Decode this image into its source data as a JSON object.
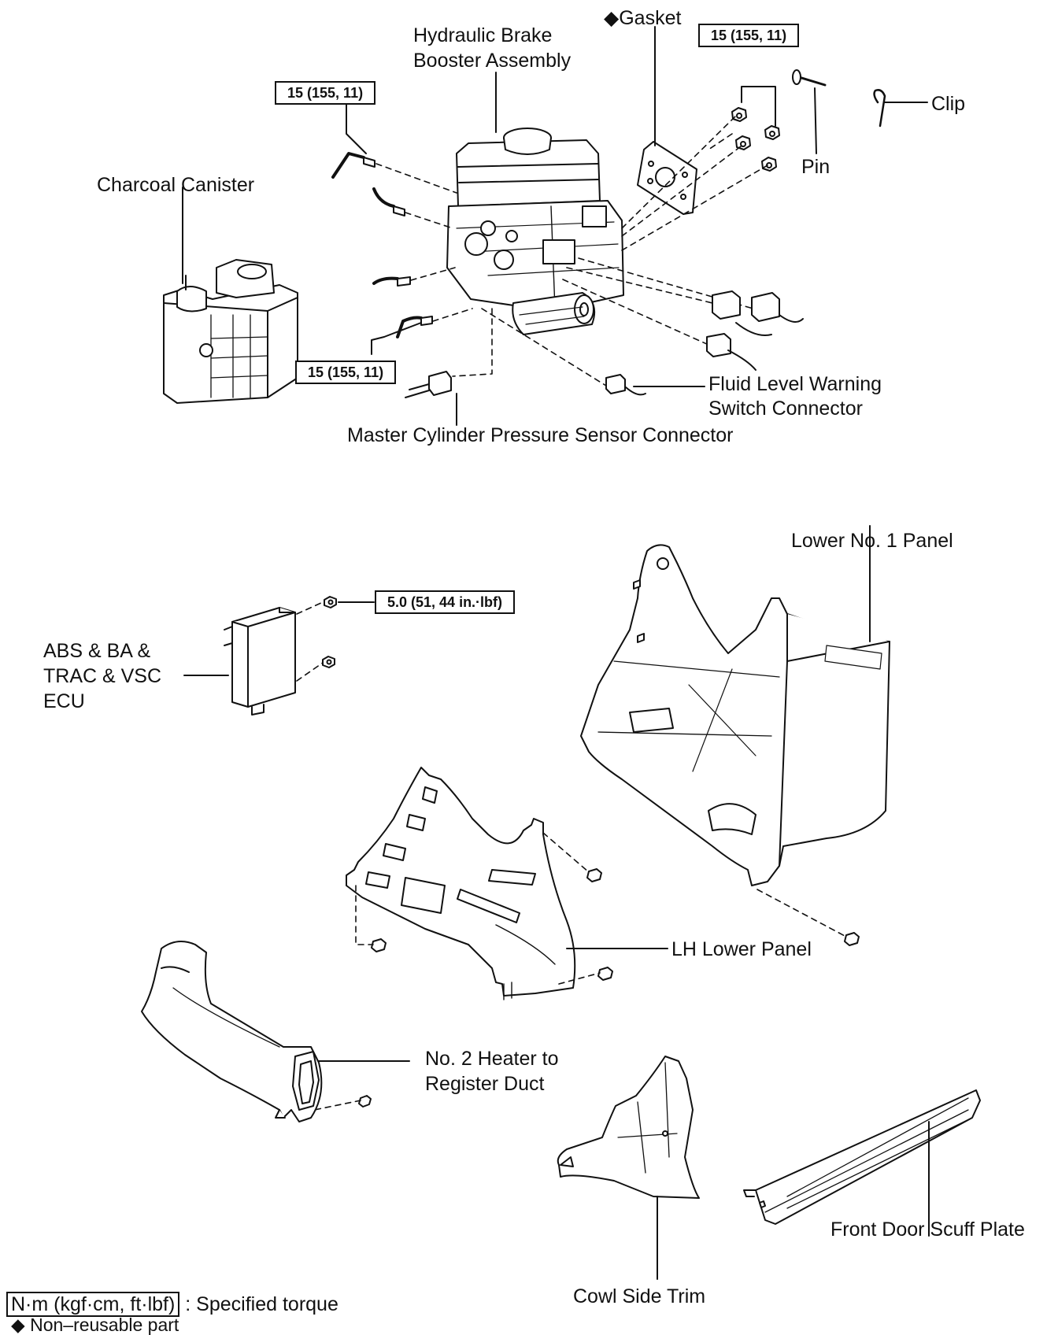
{
  "labels": {
    "hydraulic_brake_booster_1": "Hydraulic Brake",
    "hydraulic_brake_booster_2": "Booster Assembly",
    "gasket": "◆Gasket",
    "clip": "Clip",
    "pin": "Pin",
    "charcoal_canister": "Charcoal Canister",
    "fluid_level_1": "Fluid Level Warning",
    "fluid_level_2": "Switch Connector",
    "master_cylinder_sensor": "Master Cylinder Pressure Sensor Connector",
    "lower_no1_panel": "Lower No. 1 Panel",
    "ecu_1": "ABS & BA &",
    "ecu_2": "TRAC & VSC",
    "ecu_3": "ECU",
    "lh_lower_panel": "LH Lower Panel",
    "heater_duct_1": "No. 2 Heater to",
    "heater_duct_2": "Register Duct",
    "front_door_scuff_plate": "Front Door Scuff Plate",
    "cowl_side_trim": "Cowl Side Trim"
  },
  "torque_specs": {
    "gasket_nuts": "15 (155, 11)",
    "upper_brake_line": "15 (155, 11)",
    "lower_brake_lines": "15 (155, 11)",
    "ecu_nut": "5.0 (51, 44 in.·lbf)"
  },
  "legend": {
    "torque_unit": "N·m (kgf·cm, ft·lbf)",
    "torque_desc": ": Specified torque",
    "nonreusable": "◆ Non–reusable part"
  }
}
